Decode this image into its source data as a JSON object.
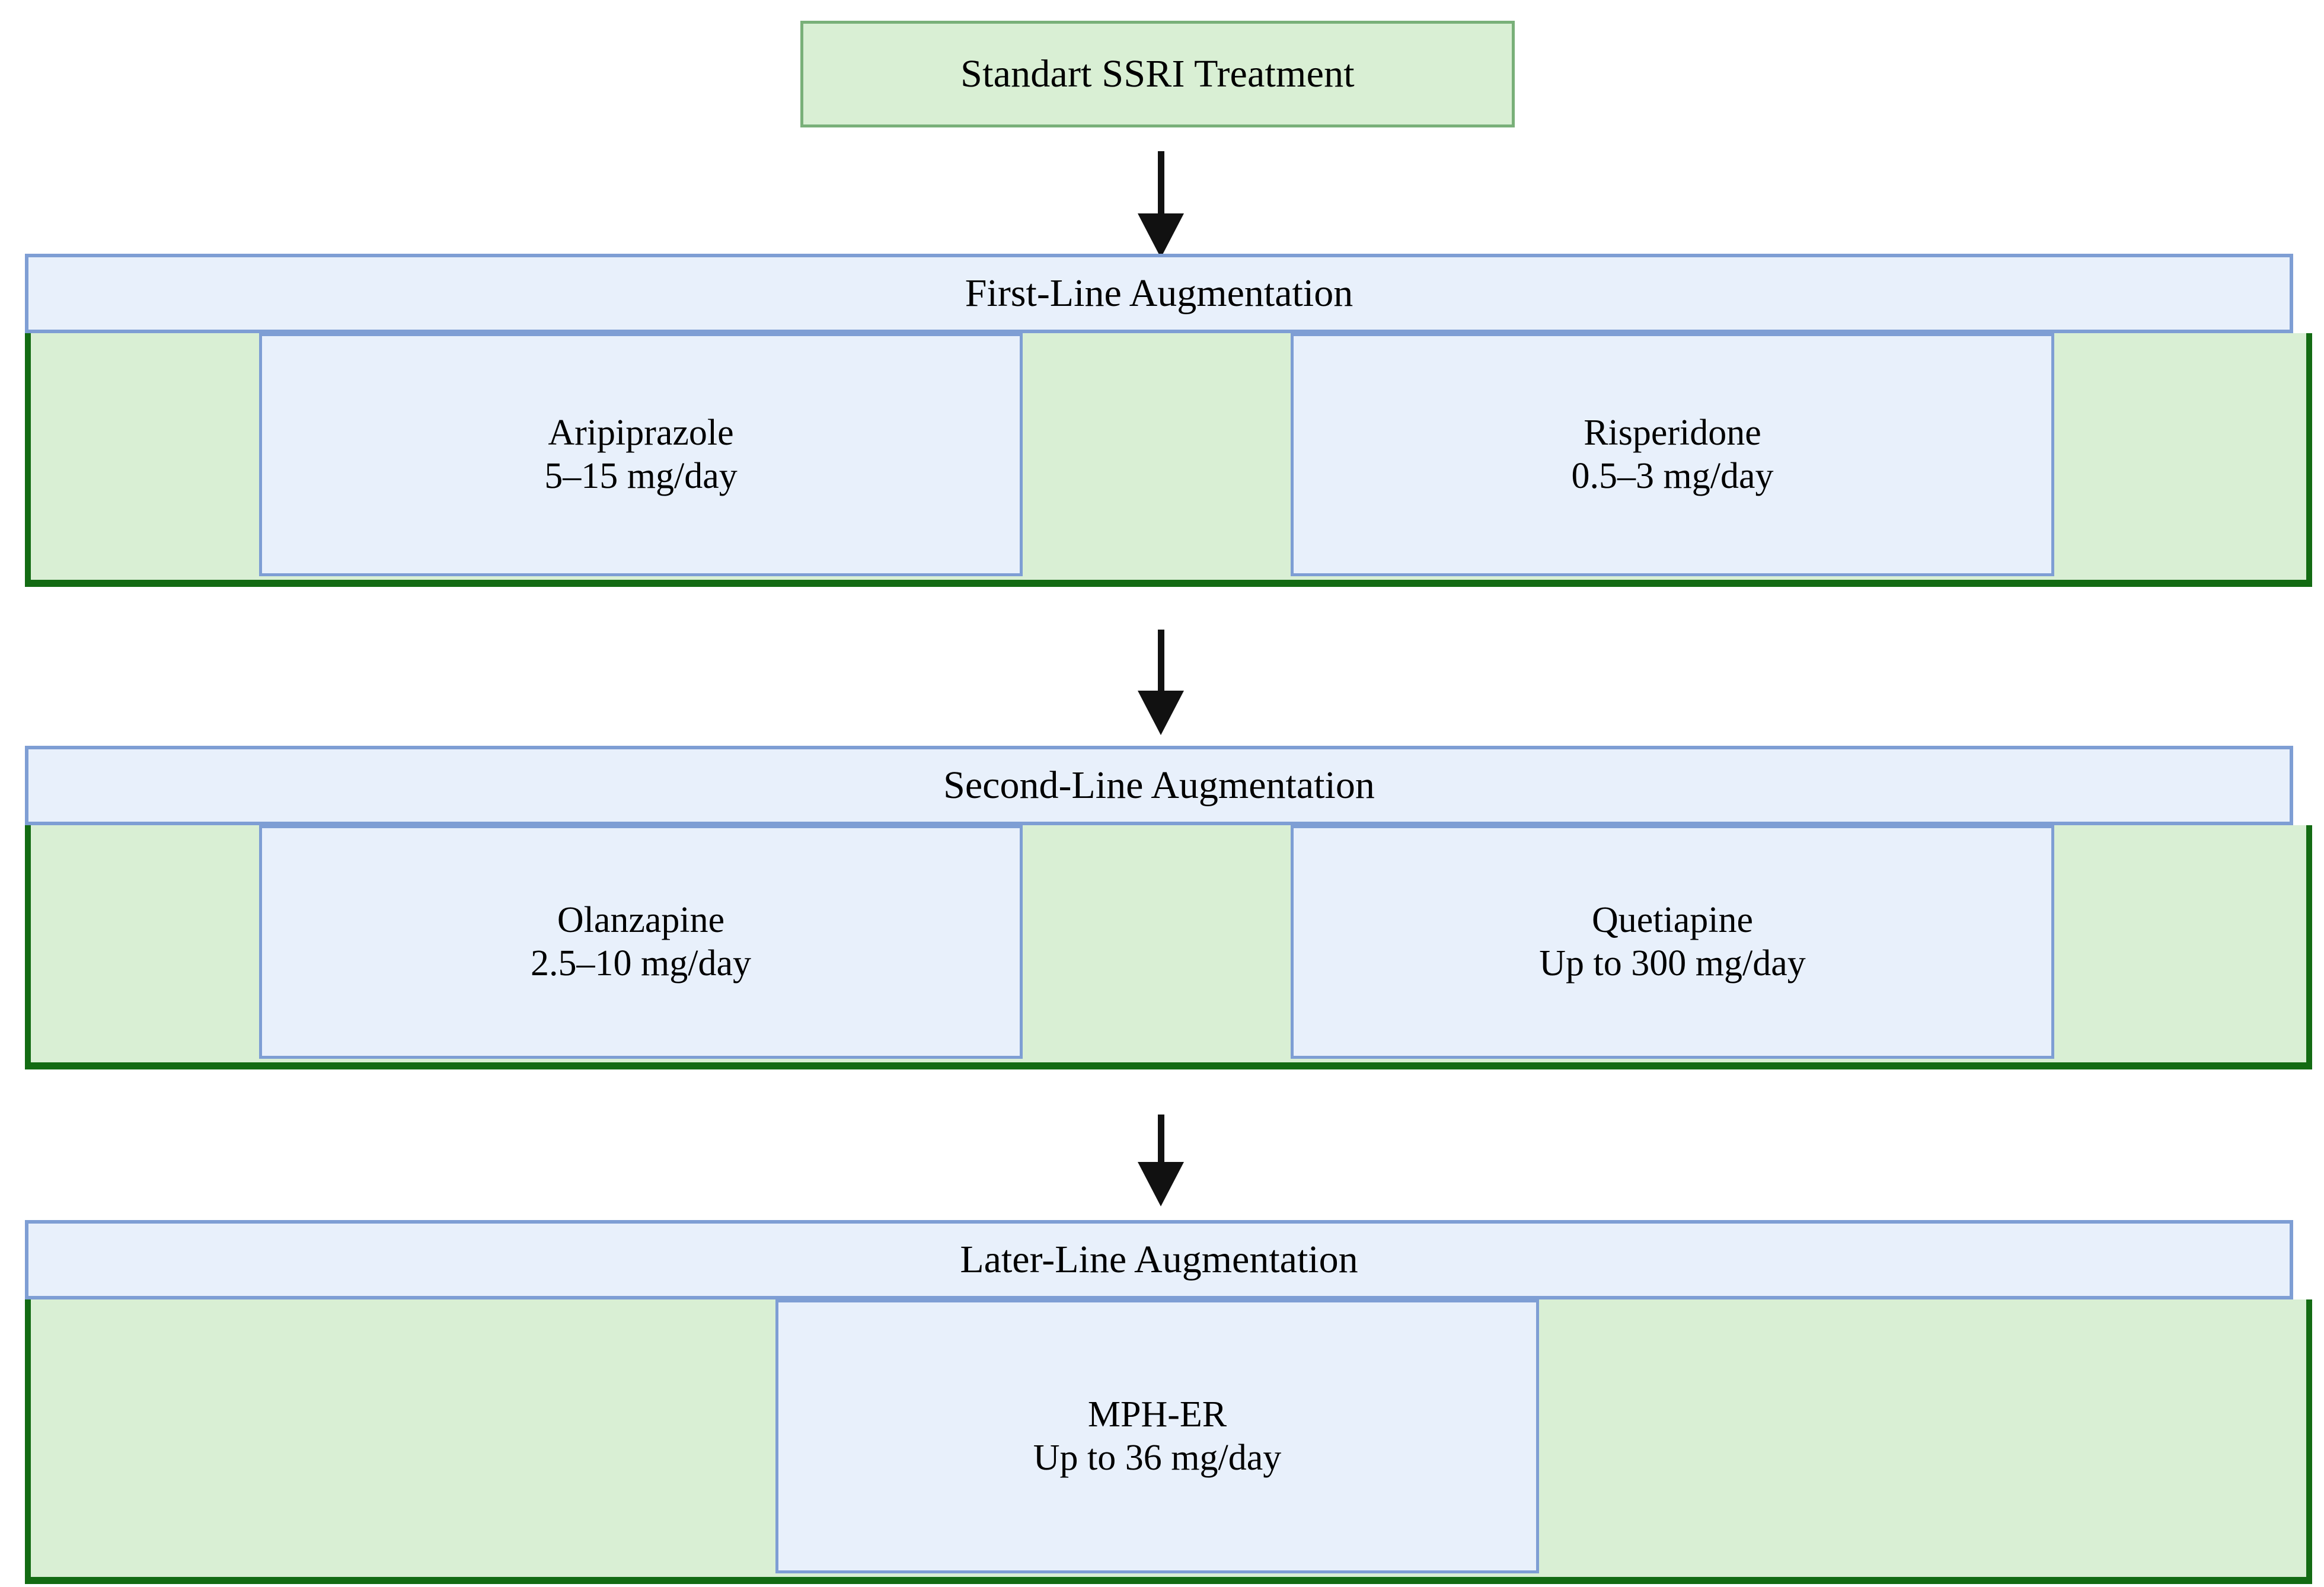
{
  "diagram": {
    "title_node": {
      "label": "Standart SSRI Treatment"
    },
    "stages": [
      {
        "id": "first-line",
        "header": "First-Line Augmentation",
        "drugs": [
          {
            "name": "Aripiprazole",
            "dose": "5–15 mg/day"
          },
          {
            "name": "Risperidone",
            "dose": "0.5–3 mg/day"
          }
        ]
      },
      {
        "id": "second-line",
        "header": "Second-Line Augmentation",
        "drugs": [
          {
            "name": "Olanzapine",
            "dose": "2.5–10 mg/day"
          },
          {
            "name": "Quetiapine",
            "dose": "Up to 300 mg/day"
          }
        ]
      },
      {
        "id": "later-line",
        "header": "Later-Line Augmentation",
        "drugs": [
          {
            "name": "MPH-ER",
            "dose": "Up to 36 mg/day"
          }
        ]
      }
    ],
    "connectors": [
      {
        "from": "standart-ssri-treatment",
        "to": "first-line"
      },
      {
        "from": "first-line",
        "to": "second-line"
      },
      {
        "from": "second-line",
        "to": "later-line"
      }
    ],
    "colors": {
      "node_green_fill": "#d9efd4",
      "node_green_border": "#79b079",
      "container_green_border": "#136b13",
      "box_blue_fill": "#e8f0fb",
      "box_blue_border": "#7e9ed4",
      "arrow": "#111111",
      "text": "#000000",
      "background": "#ffffff"
    }
  }
}
